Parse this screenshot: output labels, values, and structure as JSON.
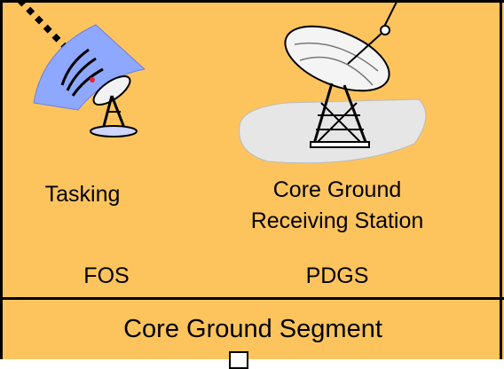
{
  "diagram": {
    "colors": {
      "panel_fill": "#FDC45E",
      "border": "#000000",
      "dish_blue": "#8FA8FF",
      "dish_gray": "#E6E6E6"
    },
    "tasking": {
      "label": "Tasking",
      "group": "FOS",
      "icon": "satellite-dish-icon"
    },
    "receiving_station": {
      "label_line1": "Core Ground",
      "label_line2": "Receiving Station",
      "group": "PDGS",
      "icon": "satellite-dish-icon"
    },
    "segment_label": "Core Ground Segment"
  }
}
